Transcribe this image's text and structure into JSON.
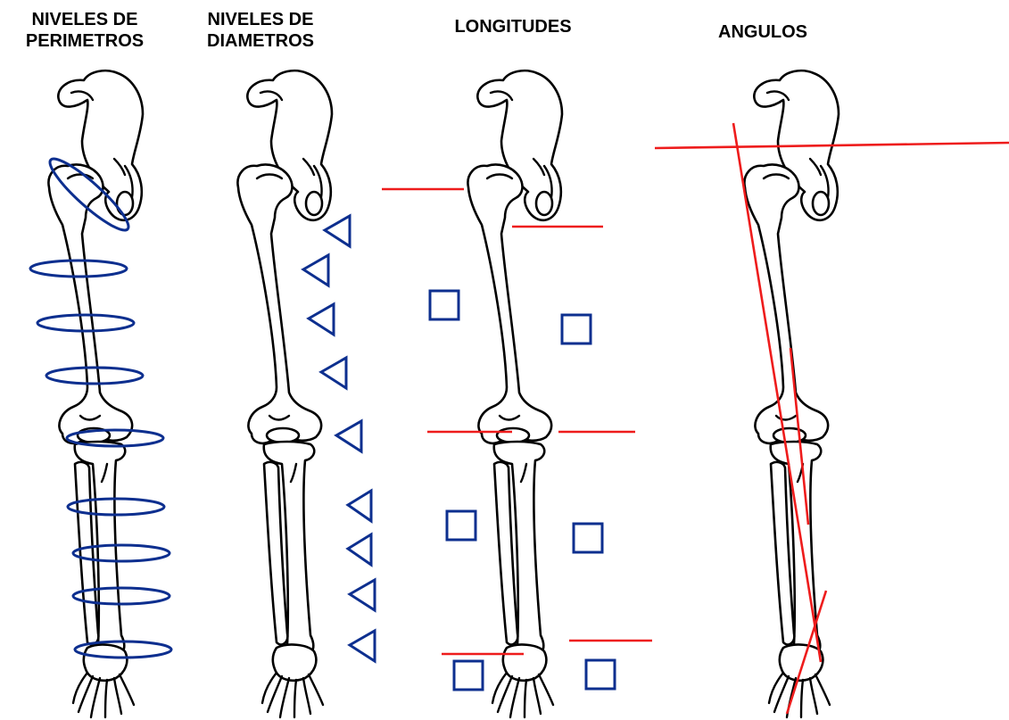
{
  "panels": [
    {
      "title_lines": [
        "NIVELES DE",
        "PERIMETROS"
      ]
    },
    {
      "title_lines": [
        "NIVELES DE",
        "DIAMETROS"
      ]
    },
    {
      "title_lines": [
        "LONGITUDES"
      ]
    },
    {
      "title_lines": [
        "ANGULOS"
      ]
    }
  ],
  "colors": {
    "marker_blue": "#0d2f8f",
    "line_red": "#ee1c1c",
    "bone_outline": "#000000"
  },
  "marker_counts": {
    "perimeter_rings": 9,
    "diameter_triangles": 9,
    "length_squares": 6,
    "length_reference_lines": 6,
    "angle_lines": 4
  }
}
